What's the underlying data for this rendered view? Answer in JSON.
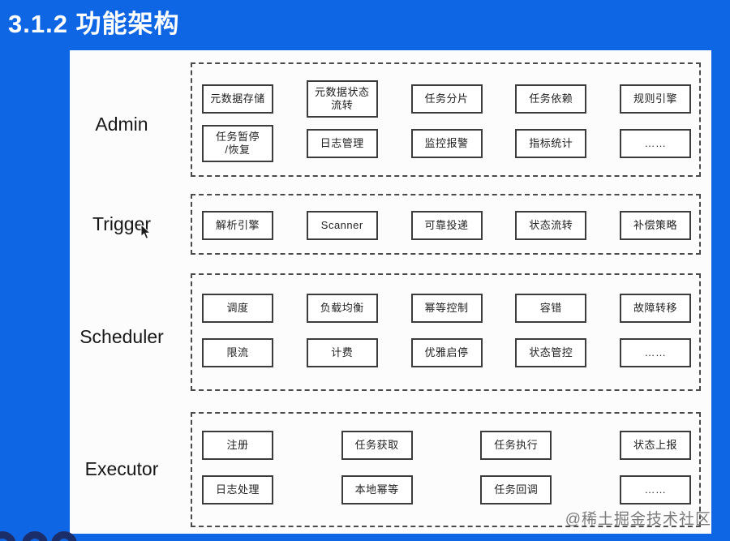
{
  "title": "3.1.2 功能架构",
  "watermark": "@稀土掘金技术社区",
  "sections": [
    {
      "label": "Admin",
      "rows": [
        [
          "元数据存储",
          "元数据状态\n流转",
          "任务分片",
          "任务依赖",
          "规则引擎"
        ],
        [
          "任务暂停\n/恢复",
          "日志管理",
          "监控报警",
          "指标统计",
          "……"
        ]
      ]
    },
    {
      "label": "Trigger",
      "rows": [
        [
          "解析引擎",
          "Scanner",
          "可靠投递",
          "状态流转",
          "补偿策略"
        ]
      ]
    },
    {
      "label": "Scheduler",
      "rows": [
        [
          "调度",
          "负载均衡",
          "幂等控制",
          "容错",
          "故障转移"
        ],
        [
          "限流",
          "计费",
          "优雅启停",
          "状态管控",
          "……"
        ]
      ]
    },
    {
      "label": "Executor",
      "rows": [
        [
          "注册",
          "任务获取",
          "任务执行",
          "状态上报"
        ],
        [
          "日志处理",
          "本地幂等",
          "任务回调",
          "……"
        ]
      ]
    }
  ],
  "colors": {
    "background_blue": "#0f66e4",
    "panel_white": "#fcfcfc",
    "box_border": "#3c3c3c",
    "dashed_border": "#4a4a4a",
    "watermark_gray": "#7c7c7c",
    "logo_navy": "#1c2e6a"
  }
}
